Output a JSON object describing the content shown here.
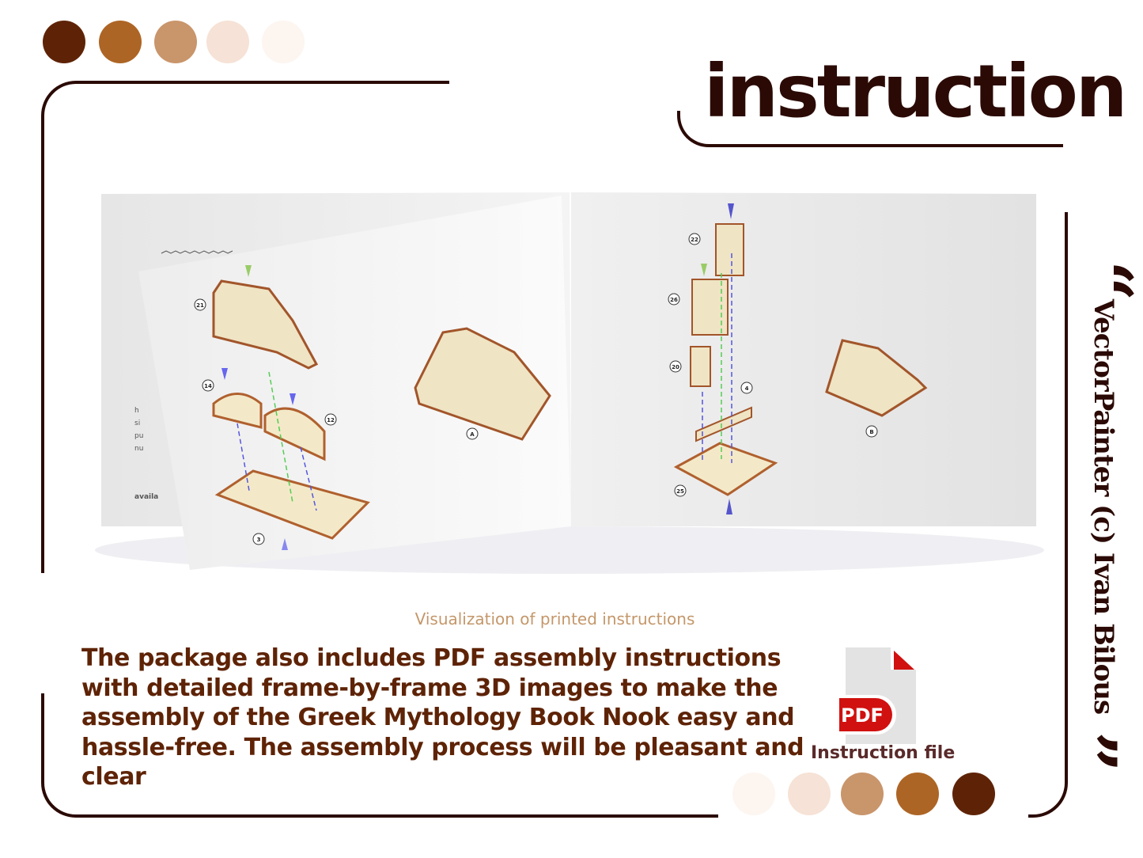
{
  "palette": [
    "#5e2306",
    "#ad6525",
    "#c9956b",
    "#f6e2d6",
    "#fdf5f0"
  ],
  "title": "instruction",
  "credit": "VectorPainter (c) Ivan Bilous",
  "quote_open": "“",
  "quote_close": "”",
  "book": {
    "left_page": {
      "part_labels": [
        "21",
        "14",
        "12",
        "3"
      ],
      "step_label": "A",
      "text_fragments": [
        "h",
        "si",
        "pu",
        "nu",
        "availa"
      ]
    },
    "right_page": {
      "part_labels": [
        "22",
        "26",
        "20",
        "4",
        "25"
      ],
      "step_label": "B"
    }
  },
  "caption": "Visualization of printed instructions",
  "description": "The package also includes PDF assembly instructions with detailed frame-by-frame 3D images to make the assembly of the Greek Mythology Book Nook easy and hassle-free. The assembly process will be pleasant and clear",
  "pdf": {
    "badge": "PDF",
    "label": "Instruction file",
    "accent": "#d0110f"
  }
}
